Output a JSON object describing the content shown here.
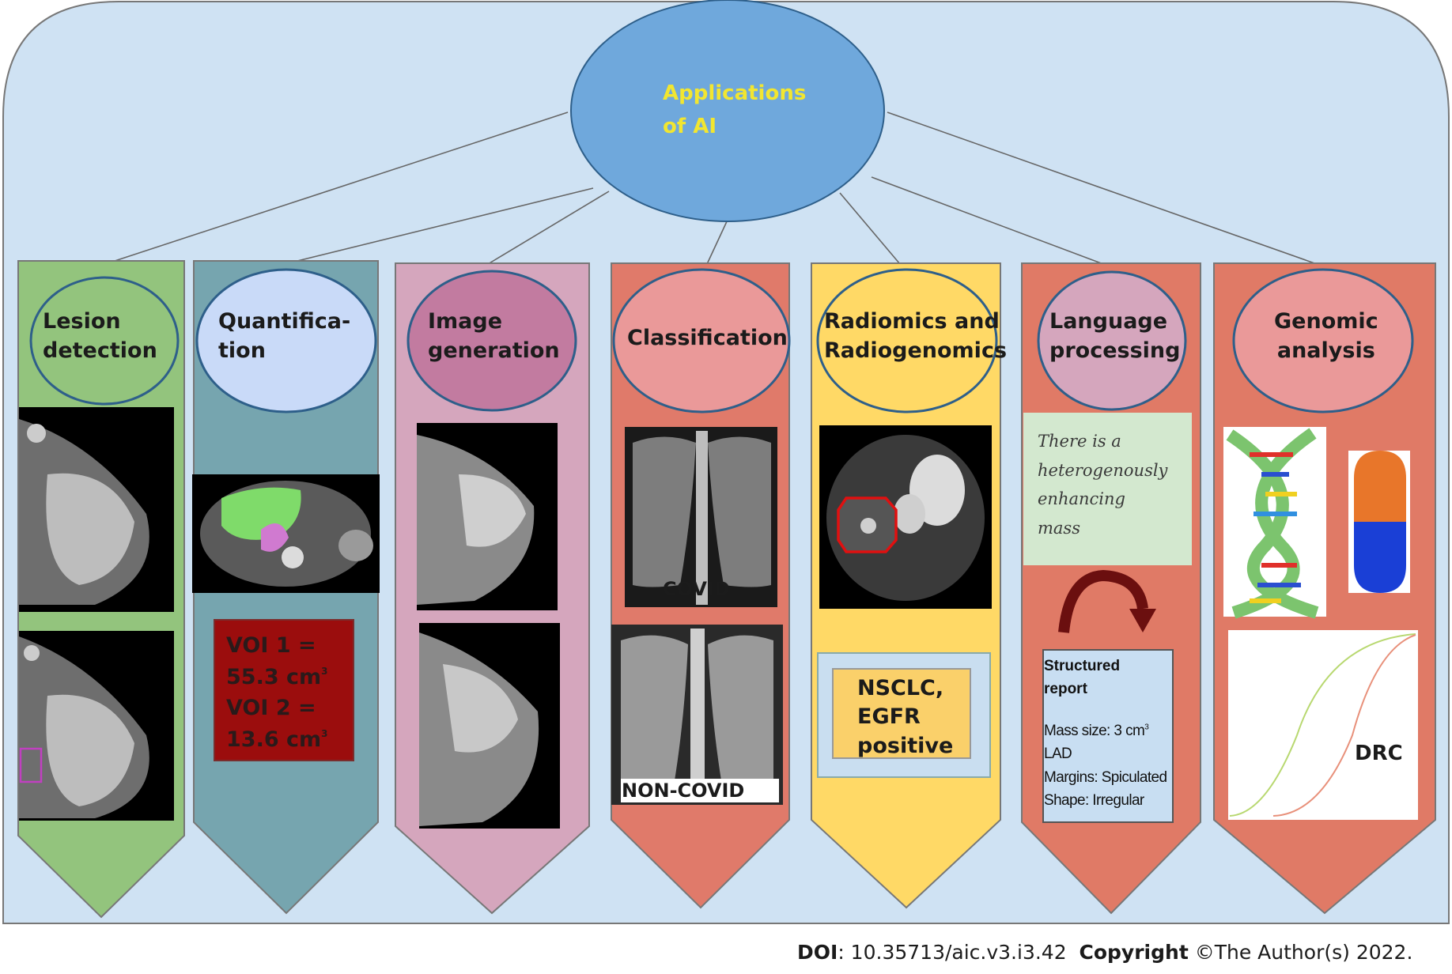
{
  "center": {
    "line1": "Applications",
    "line2": "of AI"
  },
  "columns": [
    {
      "line1": "Lesion",
      "line2": "detection"
    },
    {
      "line1": "Quantifica-",
      "line2": "tion"
    },
    {
      "line1": "Image",
      "line2": "generation"
    },
    {
      "line1": "Classification",
      "line2": ""
    },
    {
      "line1": "Radiomics and",
      "line2": "Radiogenomics"
    },
    {
      "line1": "Language",
      "line2": "processing"
    },
    {
      "line1": "Genomic",
      "line2": "analysis"
    }
  ],
  "quantification": {
    "l1": "VOI 1 =",
    "l2": "55.3 cm",
    "l3": "VOI 2 =",
    "l4": "13.6 cm",
    "sup": "3"
  },
  "classification": {
    "covid": "COVID",
    "noncovid": "NON-COVID"
  },
  "radiomics": {
    "l1": "NSCLC,",
    "l2": "EGFR",
    "l3": "positive"
  },
  "language": {
    "note": [
      "There is a",
      "heterogenously",
      "enhancing",
      "mass"
    ],
    "report_title_1": "Structured",
    "report_title_2": "report",
    "mass_size": "Mass size: 3 cm",
    "mass_sup": "3",
    "lad": "LAD",
    "margins": "Margins: Spiculated",
    "shape": "Shape: Irregular"
  },
  "genomic": {
    "drc": "DRC"
  },
  "footer": {
    "doi_label": "DOI",
    "doi_value": ": 10.35713/aic.v3.i3.42",
    "copyright_label": "Copyright",
    "copyright_value": "©The Author(s) 2022."
  },
  "colors": {
    "frame": "#cfe2f3",
    "center": "#6fa8dc",
    "green": "#93c47d",
    "teal": "#76a5af",
    "pink": "#d5a6bd",
    "salmon": "#e06666",
    "yellow": "#ffd966",
    "orange": "#e07a5f"
  }
}
